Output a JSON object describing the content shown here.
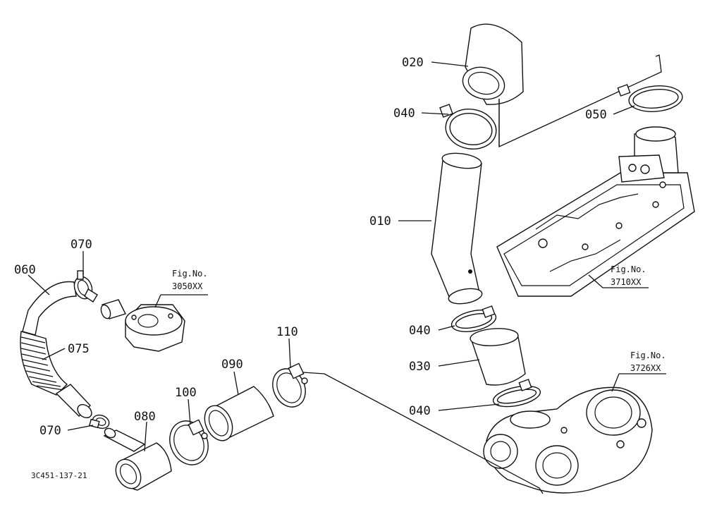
{
  "parts": [
    {
      "id": "p010",
      "label": "010"
    },
    {
      "id": "p020",
      "label": "020"
    },
    {
      "id": "p030",
      "label": "030"
    },
    {
      "id": "p040a",
      "label": "040"
    },
    {
      "id": "p040b",
      "label": "040"
    },
    {
      "id": "p040c",
      "label": "040"
    },
    {
      "id": "p050",
      "label": "050"
    },
    {
      "id": "p060",
      "label": "060"
    },
    {
      "id": "p070a",
      "label": "070"
    },
    {
      "id": "p070b",
      "label": "070"
    },
    {
      "id": "p075",
      "label": "075"
    },
    {
      "id": "p080",
      "label": "080"
    },
    {
      "id": "p090",
      "label": "090"
    },
    {
      "id": "p100",
      "label": "100"
    },
    {
      "id": "p110",
      "label": "110"
    }
  ],
  "fig_refs": [
    {
      "id": "f3050",
      "label": "Fig.No.",
      "number": "3050XX"
    },
    {
      "id": "f3710",
      "label": "Fig.No.",
      "number": "3710XX"
    },
    {
      "id": "f3726",
      "label": "Fig.No.",
      "number": "3726XX"
    }
  ],
  "diagram_code": "3C451-137-21"
}
